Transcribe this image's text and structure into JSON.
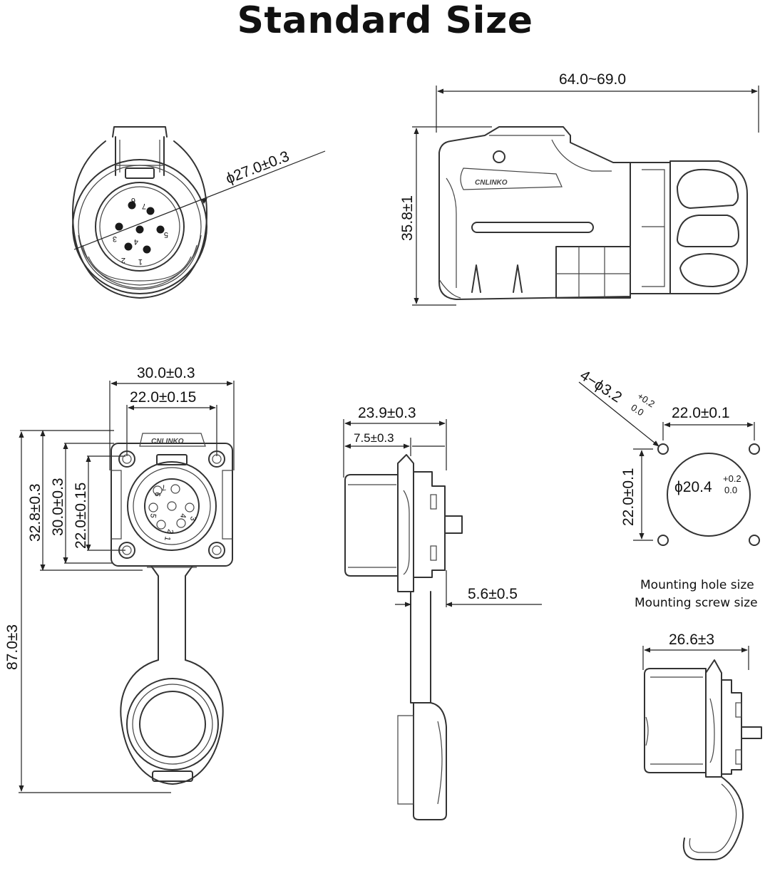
{
  "title": "Standard Size",
  "brand": "CNLINKO",
  "dimensions": {
    "front_diameter": "ϕ27.0±0.3",
    "side_length": "64.0~69.0",
    "side_height": "35.8±1",
    "flange_width": "30.0±0.3",
    "hole_spacing_w": "22.0±0.15",
    "flange_height": "32.8±0.3",
    "flange_inner": "30.0±0.3",
    "hole_spacing_h": "22.0±0.15",
    "total_length": "87.0±3",
    "profile_depth": "23.9±0.3",
    "profile_front": "7.5±0.3",
    "panel_thickness": "5.6±0.5",
    "mount_holes_prefix": "4−ϕ3.2",
    "mount_holes_tol_upper": "+0.2",
    "mount_holes_tol_lower": "0.0",
    "mount_spacing_w": "22.0±0.1",
    "mount_spacing_h": "22.0±0.1",
    "mount_center_prefix": "ϕ20.4",
    "mount_center_tol_upper": "+0.2",
    "mount_center_tol_lower": "0.0",
    "rear_depth": "26.6±3"
  },
  "pins_front": [
    "7",
    "6",
    "3",
    "4",
    "5",
    "2",
    "1"
  ],
  "pins_flange": [
    "7",
    "6",
    "5",
    "4",
    "3",
    "2",
    "1"
  ],
  "notes": {
    "hole_size": "Mounting hole size",
    "screw_size": "Mounting screw size"
  }
}
